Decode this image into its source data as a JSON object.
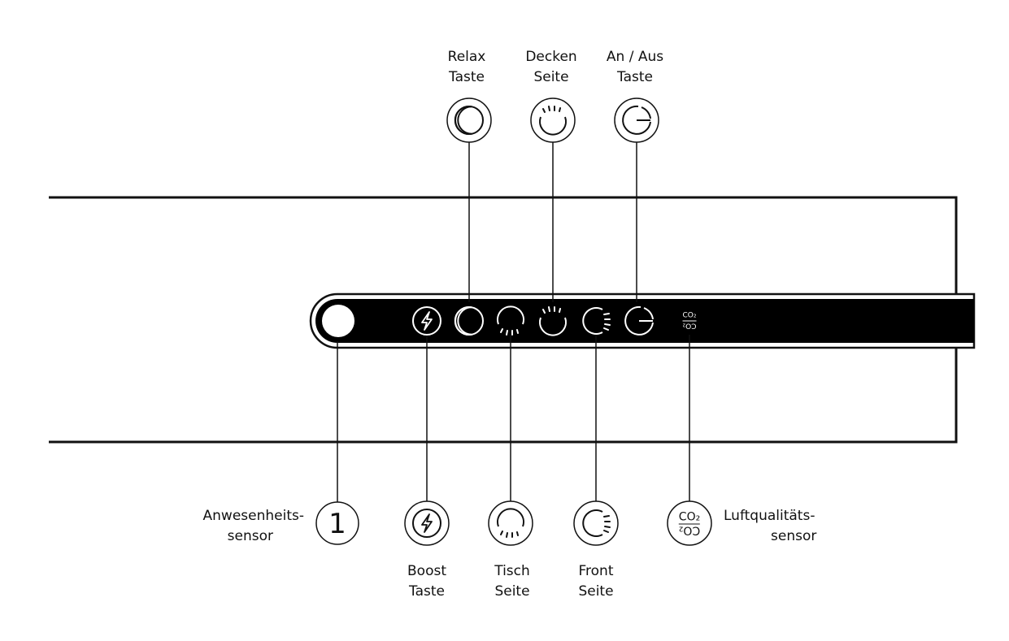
{
  "labels": {
    "relax": [
      "Relax",
      "Taste"
    ],
    "decken": [
      "Decken",
      "Seite"
    ],
    "an_aus": [
      "An / Aus",
      "Taste"
    ],
    "anwesenheit": [
      "Anwesenheits-",
      "sensor"
    ],
    "boost": [
      "Boost",
      "Taste"
    ],
    "tisch": [
      "Tisch",
      "Seite"
    ],
    "front": [
      "Front",
      "Seite"
    ],
    "luft": [
      "Luftqualitäts-",
      "sensor"
    ]
  },
  "sensor_number": "1",
  "co2_top": "CO₂",
  "co2_bottom": "CO₂",
  "icons": [
    "presence-sensor",
    "boost-icon",
    "relax-moon-icon",
    "table-side-icon",
    "ceiling-side-icon",
    "front-side-icon",
    "power-icon",
    "co2-icon"
  ],
  "colors": {
    "line": "#111111",
    "panel": "#000000",
    "background": "#ffffff"
  }
}
